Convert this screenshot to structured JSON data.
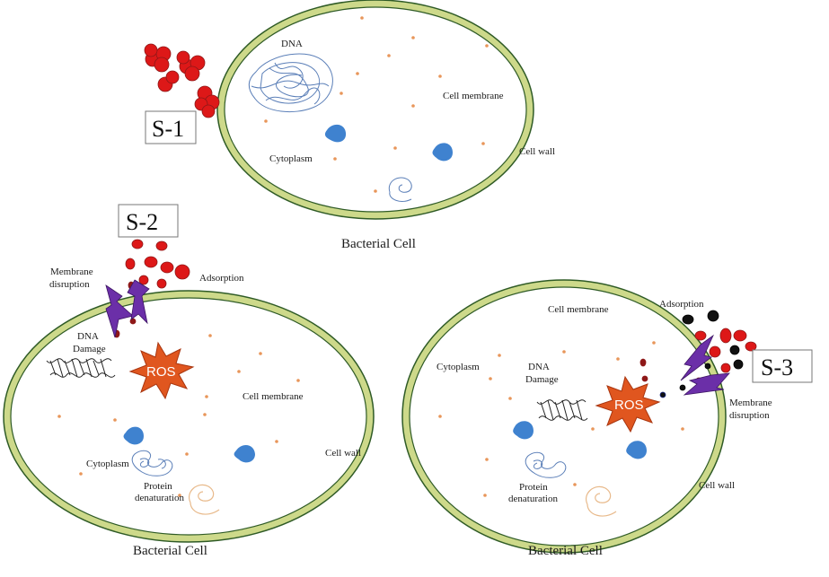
{
  "colors": {
    "cell_wall": "#cdd98a",
    "cell_wall_stroke": "#2f5b26",
    "cytoplasm": "#ffffff",
    "nanoparticle_red": "#dd1818",
    "nanoparticle_dark": "#8e1818",
    "nanoparticle_black": "#111111",
    "ribosome_blue": "#3f82cf",
    "dot_orange": "#e8965a",
    "ros_fill": "#e0561f",
    "lightning": "#6b2fa8"
  },
  "top": {
    "badge": "S-1",
    "dna_label": "DNA",
    "membrane_label": "Cell membrane",
    "cytoplasm_label": "Cytoplasm",
    "wall_label": "Cell wall",
    "caption": "Bacterial Cell"
  },
  "left": {
    "badge": "S-2",
    "membrane_disruption_label": [
      "Membrane",
      "disruption"
    ],
    "adsorption_label": "Adsorption",
    "dna_damage_label": [
      "DNA",
      "Damage"
    ],
    "ros_label": "ROS",
    "membrane_label": "Cell membrane",
    "cytoplasm_label": "Cytoplasm",
    "protein_label": [
      "Protein",
      "denaturation"
    ],
    "wall_label": "Cell wall",
    "caption": "Bacterial Cell"
  },
  "right": {
    "badge": "S-3",
    "adsorption_label": "Adsorption",
    "membrane_label": "Cell membrane",
    "cytoplasm_label": "Cytoplasm",
    "dna_damage_label": [
      "DNA",
      "Damage"
    ],
    "ros_label": "ROS",
    "membrane_disruption_label": [
      "Membrane",
      "disruption"
    ],
    "protein_label": [
      "Protein",
      "denaturation"
    ],
    "wall_label": "Cell wall",
    "caption": "Bacterial Cell"
  }
}
